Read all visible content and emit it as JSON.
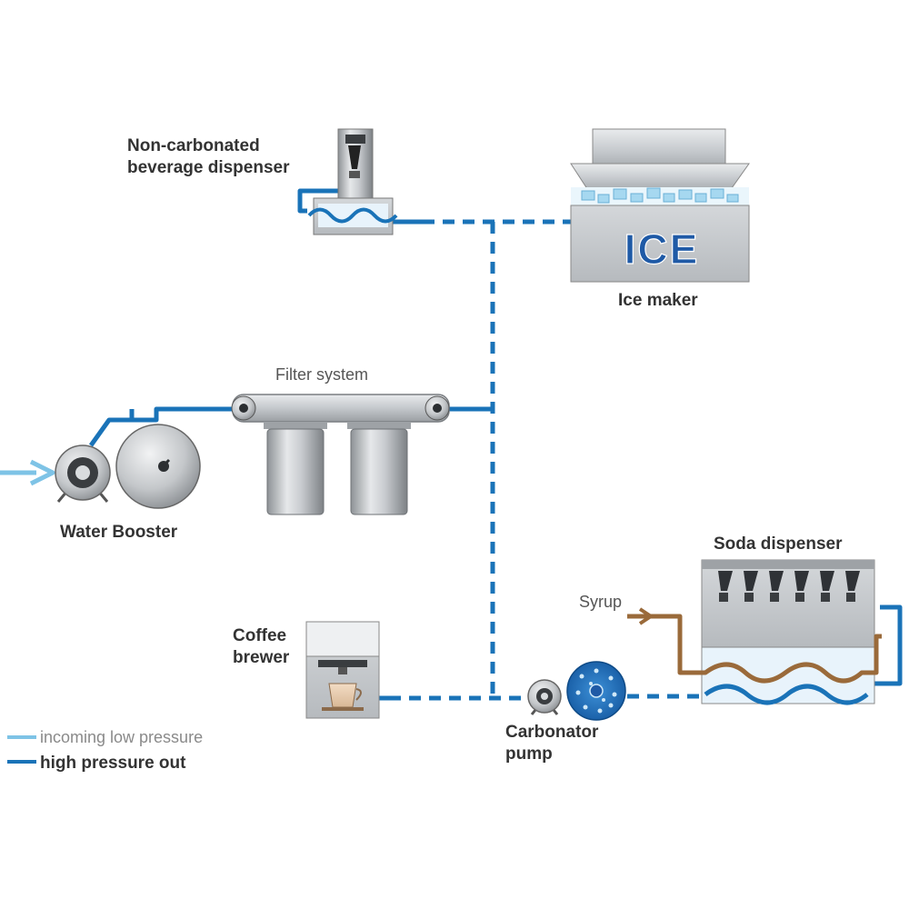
{
  "labels": {
    "non_carbonated_line1": "Non-carbonated",
    "non_carbonated_line2": "beverage dispenser",
    "ice_maker": "Ice maker",
    "ice_text": "ICE",
    "filter_system": "Filter system",
    "water_booster": "Water Booster",
    "soda_dispenser": "Soda dispenser",
    "syrup": "Syrup",
    "coffee_line1": "Coffee",
    "coffee_line2": "brewer",
    "carbonator_line1": "Carbonator",
    "carbonator_line2": "pump"
  },
  "legend": {
    "low_pressure": "incoming low pressure",
    "high_pressure": "high pressure out"
  },
  "colors": {
    "high_pressure_line": "#1a73b8",
    "low_pressure_line": "#7ec3e6",
    "syrup_line": "#9a6a3a",
    "ice_text": "#1f5aa6",
    "metal": "#b8bcc0"
  }
}
